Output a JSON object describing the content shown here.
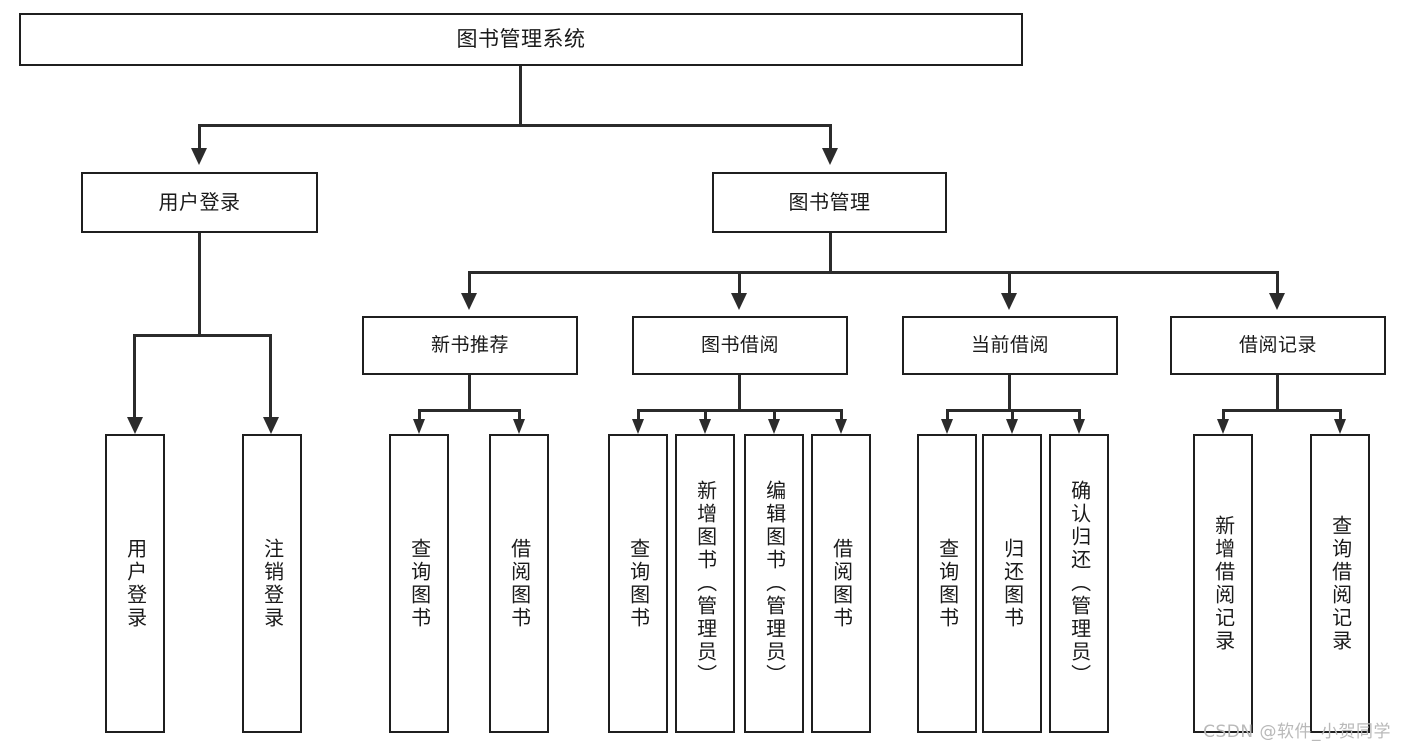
{
  "diagram": {
    "title": "图书管理系统",
    "type": "hierarchy-tree",
    "root": {
      "label": "图书管理系统"
    },
    "level2": [
      {
        "id": "user-login",
        "label": "用户登录"
      },
      {
        "id": "book-management",
        "label": "图书管理"
      }
    ],
    "level3": [
      {
        "id": "new-book-recommend",
        "label": "新书推荐"
      },
      {
        "id": "book-borrow",
        "label": "图书借阅"
      },
      {
        "id": "current-borrow",
        "label": "当前借阅"
      },
      {
        "id": "borrow-record",
        "label": "借阅记录"
      }
    ],
    "leaves": {
      "user_login": [
        {
          "id": "leaf-user-login",
          "label": "用户登录"
        },
        {
          "id": "leaf-logout-login",
          "label": "注销登录"
        }
      ],
      "new_book_recommend": [
        {
          "id": "leaf-query-book-1",
          "label": "查询图书"
        },
        {
          "id": "leaf-borrow-book-1",
          "label": "借阅图书"
        }
      ],
      "book_borrow": [
        {
          "id": "leaf-query-book-2",
          "label": "查询图书"
        },
        {
          "id": "leaf-add-book",
          "label": "新增图书（管理员）"
        },
        {
          "id": "leaf-edit-book",
          "label": "编辑图书（管理员）"
        },
        {
          "id": "leaf-borrow-book-2",
          "label": "借阅图书"
        }
      ],
      "current_borrow": [
        {
          "id": "leaf-query-book-3",
          "label": "查询图书"
        },
        {
          "id": "leaf-return-book",
          "label": "归还图书"
        },
        {
          "id": "leaf-confirm-return",
          "label": "确认归还（管理员）"
        }
      ],
      "borrow_record": [
        {
          "id": "leaf-add-record",
          "label": "新增借阅记录"
        },
        {
          "id": "leaf-query-record",
          "label": "查询借阅记录"
        }
      ]
    }
  },
  "watermark": {
    "text": "CSDN @软件_小贺同学"
  },
  "colors": {
    "box_border": "#1f1f1f",
    "connector": "#2b2b2b",
    "background": "#ffffff",
    "text": "#1a1a1a",
    "watermark": "#b9b9b9"
  }
}
